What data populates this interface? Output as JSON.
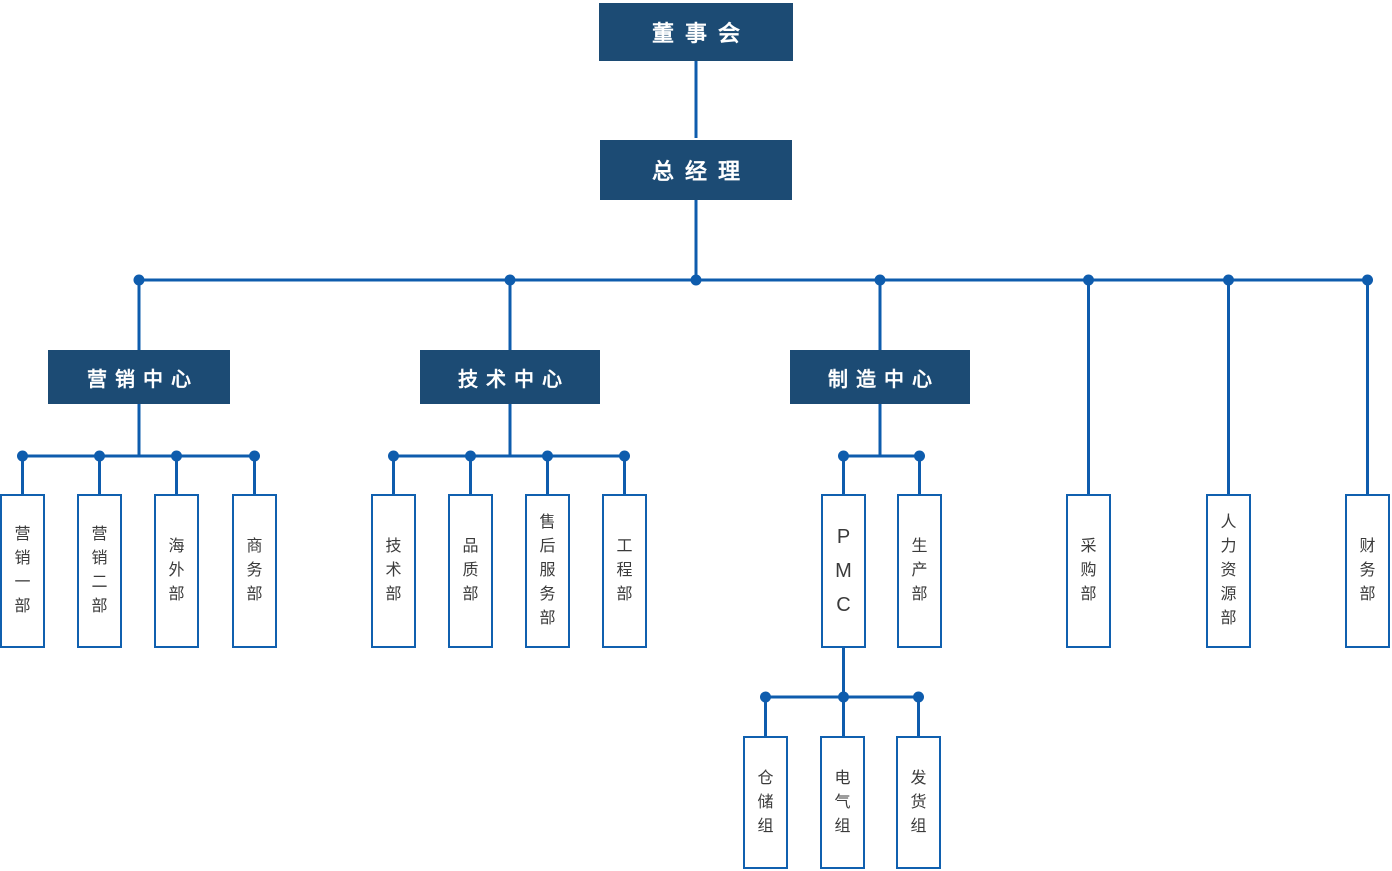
{
  "colors": {
    "node_fill": "#1c4b74",
    "node_text": "#ffffff",
    "connector_line": "#0e5cad",
    "box_border": "#1060af",
    "box_text": "#3b3b3b"
  },
  "nodes": {
    "board": "董事会",
    "general_manager": "总经理",
    "marketing_center": "营销中心",
    "tech_center": "技术中心",
    "mfg_center": "制造中心",
    "marketing_dept_1": "营销一部",
    "marketing_dept_2": "营销二部",
    "overseas_dept": "海外部",
    "commerce_dept": "商务部",
    "tech_dept": "技术部",
    "quality_dept": "品质部",
    "after_sales_dept": "售后服务部",
    "engineering_dept": "工程部",
    "pmc": "PMC",
    "production_dept": "生产部",
    "purchasing_dept": "采购部",
    "hr_dept": "人力资源部",
    "finance_dept": "财务部",
    "warehouse_group": "仓储组",
    "electrical_group": "电气组",
    "shipping_group": "发货组"
  }
}
